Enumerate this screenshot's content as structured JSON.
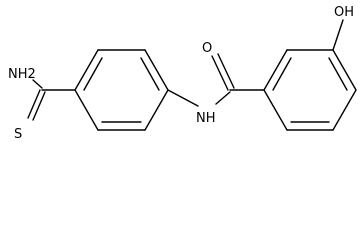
{
  "molecule": {
    "atoms": {
      "thioamide_nh2": "NH2",
      "thioamide_s": "S",
      "amide_nh": "NH",
      "carbonyl_o": "O",
      "hydroxyl": "OH"
    }
  }
}
